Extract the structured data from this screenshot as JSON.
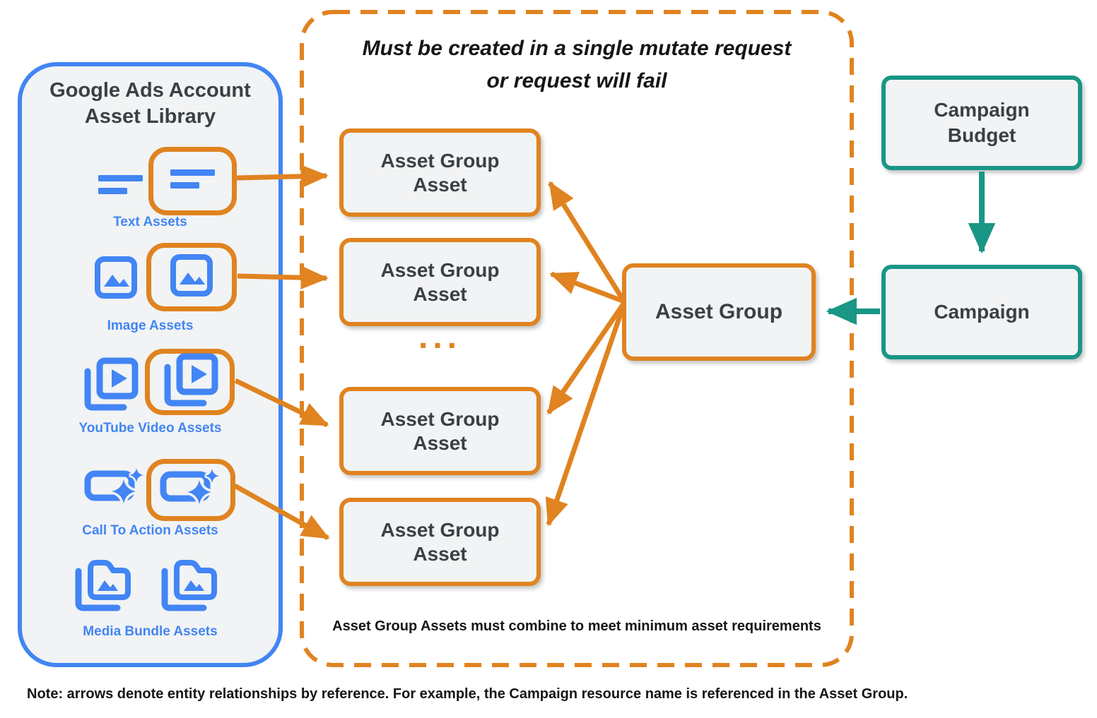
{
  "colors": {
    "orange": "#E08320",
    "teal": "#1A9686",
    "blue": "#4285F4",
    "panel_fill": "#F1F3F4",
    "dark_text": "#3C4043"
  },
  "library": {
    "title": "Google Ads Account Asset Library",
    "items": [
      {
        "label": "Text Assets",
        "icon": "text-asset-icon",
        "highlighted": true
      },
      {
        "label": "Image Assets",
        "icon": "image-asset-icon",
        "highlighted": true
      },
      {
        "label": "YouTube Video Assets",
        "icon": "youtube-video-asset-icon",
        "highlighted": true
      },
      {
        "label": "Call To Action Assets",
        "icon": "call-to-action-asset-icon",
        "highlighted": true
      },
      {
        "label": "Media Bundle Assets",
        "icon": "media-bundle-asset-icon",
        "highlighted": false
      }
    ]
  },
  "mutate_group": {
    "title_line1": "Must be created in a single mutate request",
    "title_line2": "or request will fail",
    "boxes": [
      "Asset Group Asset",
      "Asset Group Asset",
      "Asset Group Asset",
      "Asset Group Asset"
    ],
    "ellipsis": "...",
    "footnote": "Asset Group Assets must combine to meet minimum asset requirements"
  },
  "asset_group": {
    "label": "Asset Group"
  },
  "campaign_budget": {
    "label": "Campaign Budget"
  },
  "campaign": {
    "label": "Campaign"
  },
  "note": "Note: arrows denote entity relationships by reference. For example, the Campaign resource name is referenced in the Asset Group."
}
